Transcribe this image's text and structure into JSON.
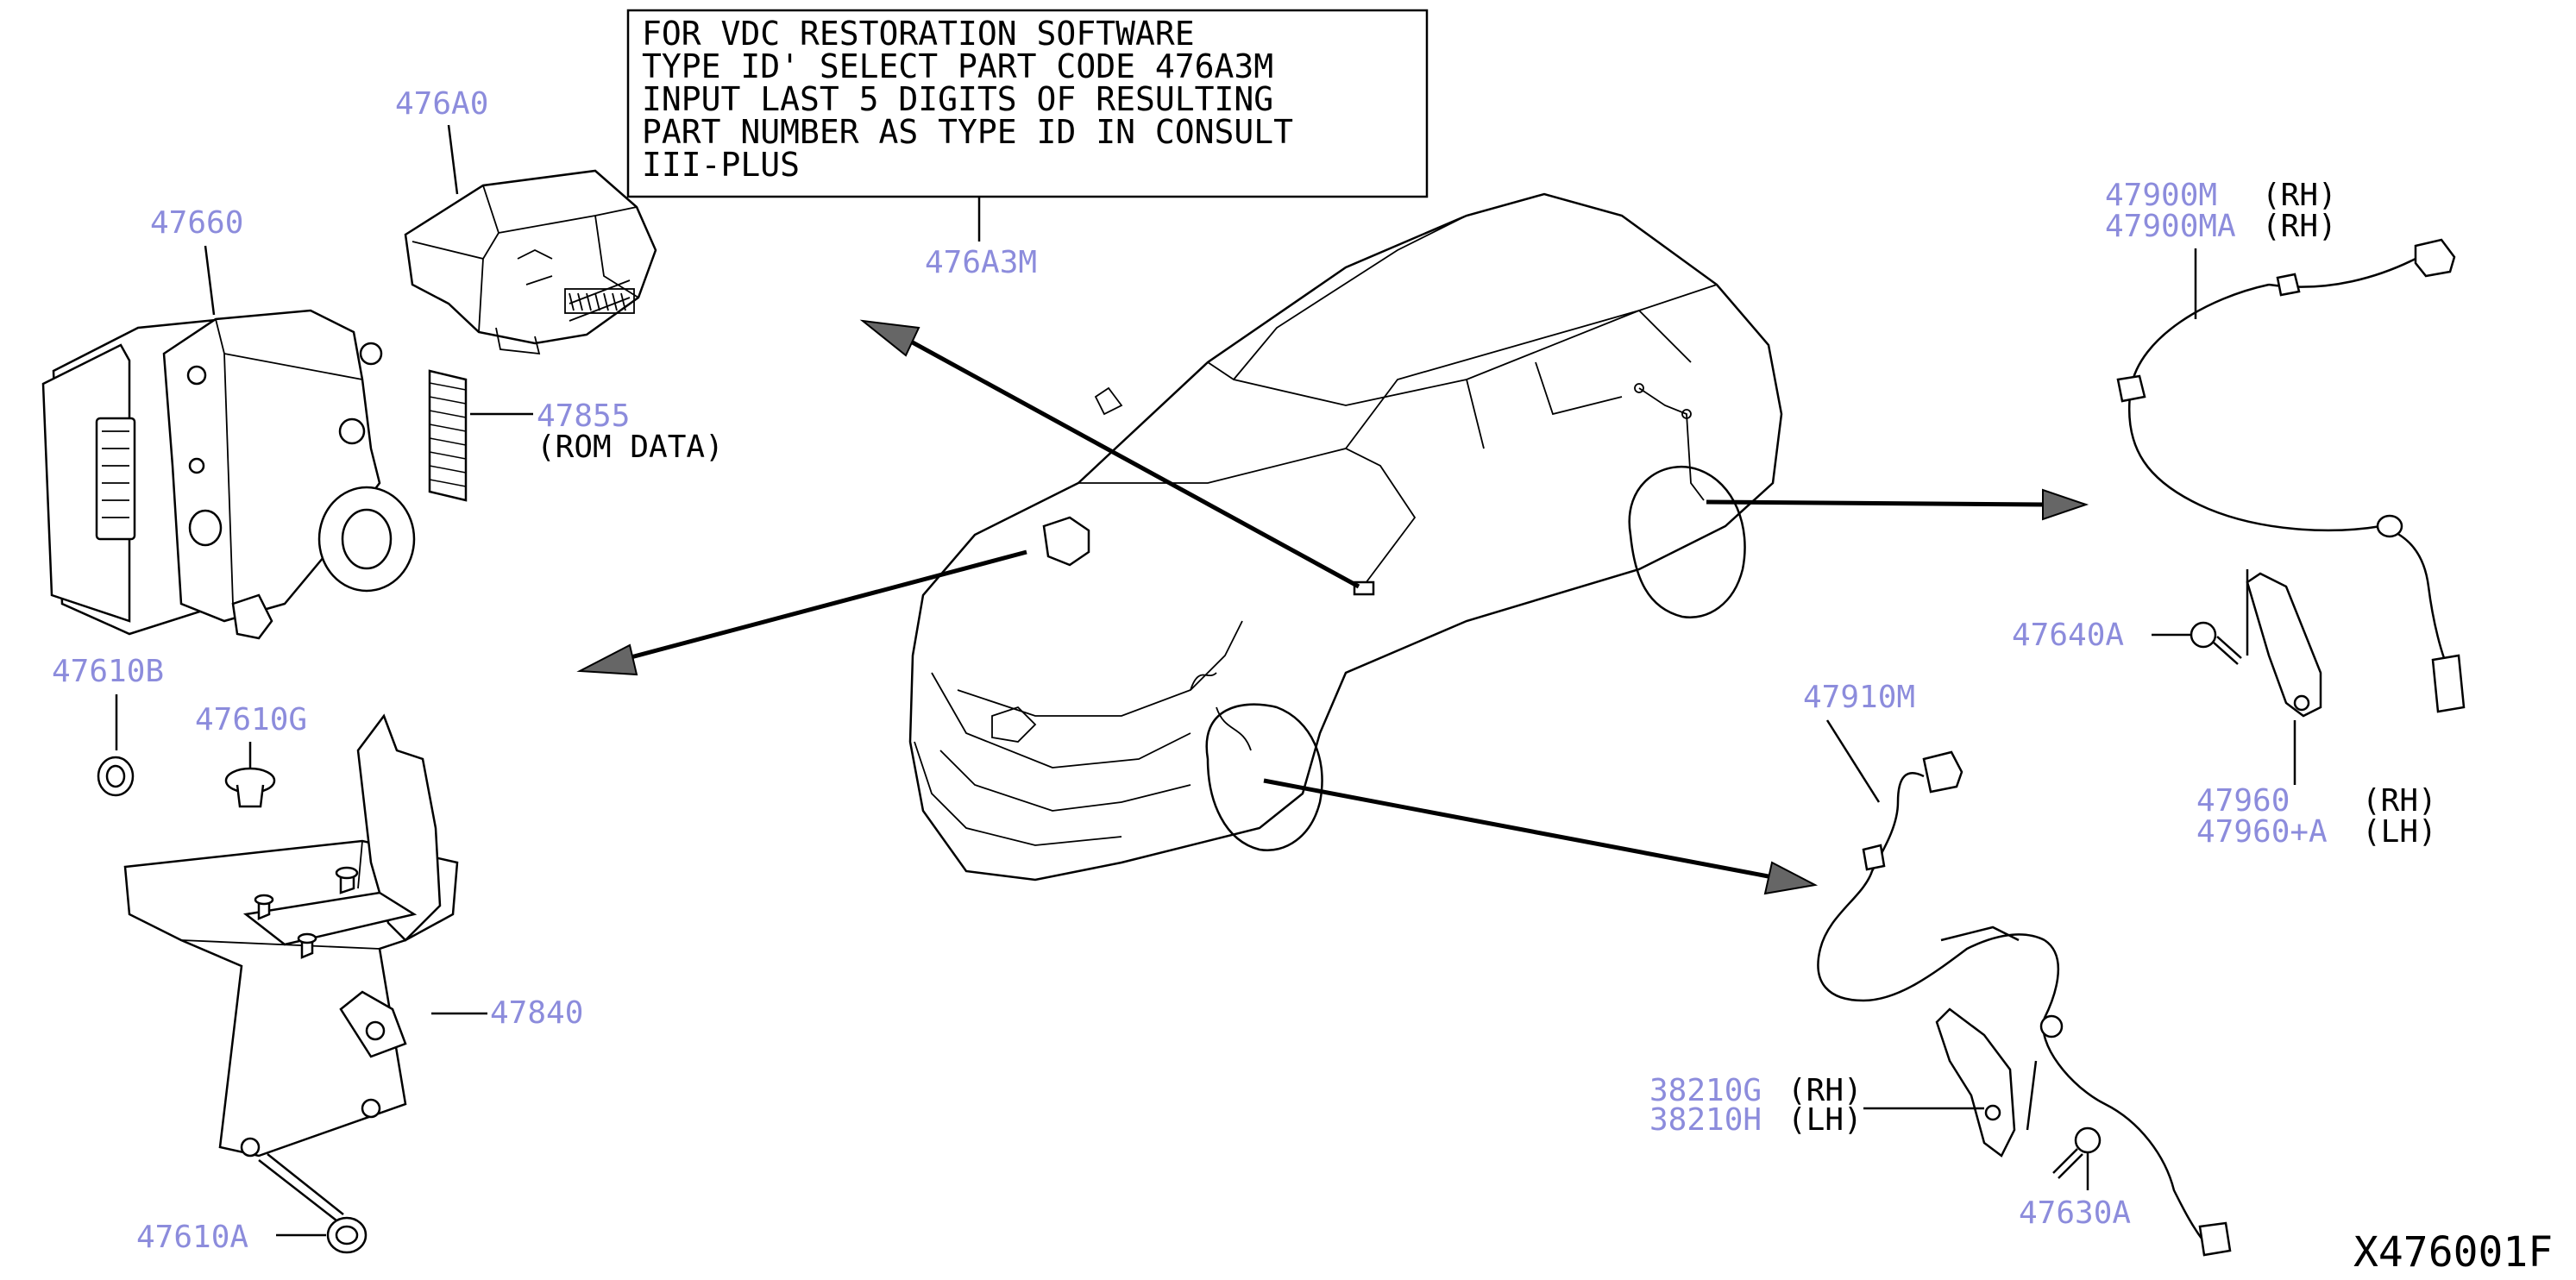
{
  "note": {
    "lines": [
      "FOR VDC RESTORATION SOFTWARE",
      "TYPE ID' SELECT PART CODE 476A3M",
      "INPUT LAST 5 DIGITS OF RESULTING",
      "PART NUMBER AS TYPE ID IN CONSULT",
      "III-PLUS"
    ],
    "part": "476A3M"
  },
  "parts": {
    "p476A0": "476A0",
    "p47660": "47660",
    "p47855": "47855",
    "rom_data": "(ROM DATA)",
    "p47610B": "47610B",
    "p47610G": "47610G",
    "p47840": "47840",
    "p47610A": "47610A",
    "p47900M": "47900M",
    "p47900MA": "47900MA",
    "rh1": "(RH)",
    "rh2": "(RH)",
    "p47640A": "47640A",
    "p47960": "47960",
    "p47960A": "47960+A",
    "rh3": "(RH)",
    "lh3": "(LH)",
    "p47910M": "47910M",
    "p38210G": "38210G",
    "p38210H": "38210H",
    "rh4": "(RH)",
    "lh4": "(LH)",
    "p47630A": "47630A"
  },
  "reference": "X476001F",
  "colors": {
    "part_number": "#8c8cdc",
    "line": "#000000",
    "arrow_fill": "#666666"
  }
}
